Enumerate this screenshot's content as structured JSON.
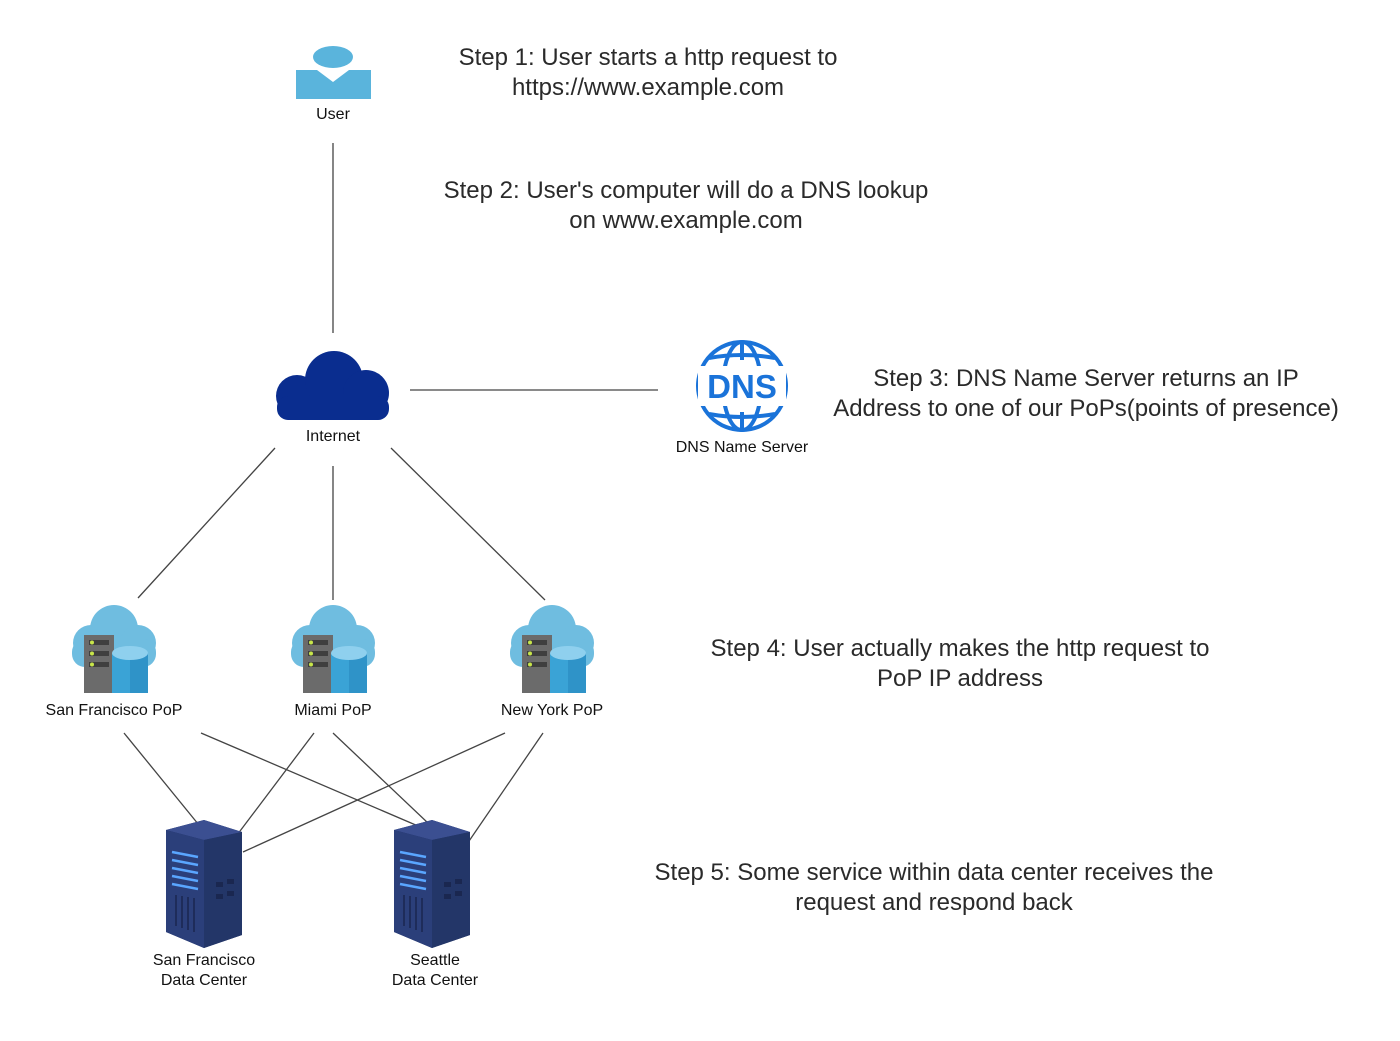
{
  "nodes": {
    "user": {
      "label": "User"
    },
    "internet": {
      "label": "Internet"
    },
    "dns": {
      "label": "DNS Name Server",
      "icon_text": "DNS"
    },
    "pops": [
      {
        "label": "San Francisco PoP"
      },
      {
        "label": "Miami PoP"
      },
      {
        "label": "New York PoP"
      }
    ],
    "datacenters": [
      {
        "label_line1": "San Francisco",
        "label_line2": "Data Center"
      },
      {
        "label_line1": "Seattle",
        "label_line2": "Data Center"
      }
    ]
  },
  "steps": [
    {
      "line1": "Step 1: User starts a http request to",
      "line2": "https://www.example.com"
    },
    {
      "line1": "Step 2: User's computer will do a DNS lookup",
      "line2": "on www.example.com"
    },
    {
      "line1": "Step 3: DNS Name Server returns an IP",
      "line2": "Address to one of our PoPs(points of presence)"
    },
    {
      "line1": "Step 4: User actually makes the http request to",
      "line2": "PoP IP address"
    },
    {
      "line1": "Step 5: Some service within data center receives the",
      "line2": "request and respond back"
    }
  ],
  "colors": {
    "user_icon": "#5ab4dc",
    "internet_cloud": "#0a2d8f",
    "dns_icon": "#1a73d9",
    "pop_cloud": "#6fbde0",
    "pop_server": "#6b6b6b",
    "pop_db": "#3aa3d6",
    "datacenter": "#2b3f7a",
    "connector": "#444444"
  }
}
